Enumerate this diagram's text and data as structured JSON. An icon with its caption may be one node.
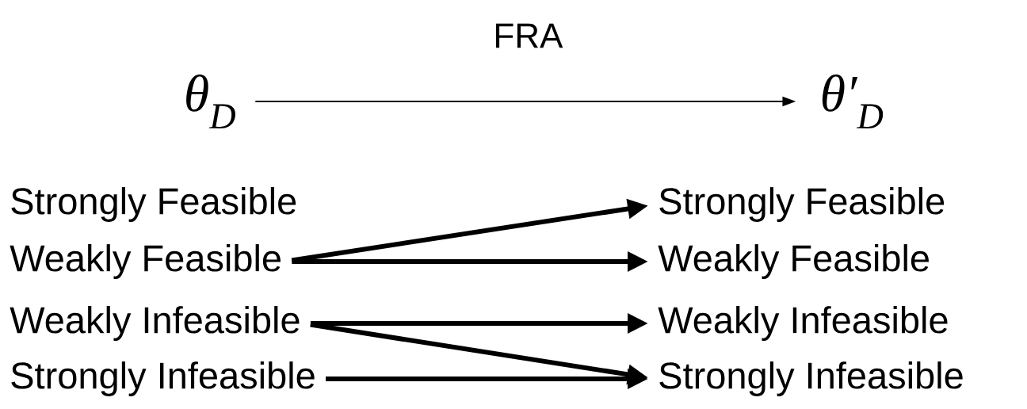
{
  "diagram": {
    "nodes": [
      {
        "text": [
          "θ$_{D}$"
        ]
      },
      {
        "text": [
          "θ′$_{D}$"
        ]
      },
      {
        "text": [
          "Strongly Feasible"
        ]
      },
      {
        "text": [
          "Weakly Feasible"
        ]
      },
      {
        "text": [
          "Weakly Infeasible"
        ]
      },
      {
        "text": [
          "Strongly Infeasible"
        ]
      },
      {
        "text": [
          "Strongly Feasible"
        ]
      },
      {
        "text": [
          "Weakly Feasible"
        ]
      },
      {
        "text": [
          "Weakly Infeasible"
        ]
      },
      {
        "text": [
          "Strongly Infeasible"
        ]
      }
    ],
    "edges": [
      {
        "from": 0,
        "to": 1,
        "arrow": "to",
        "label": "FRA"
      },
      {
        "from": 3,
        "to": 6,
        "arrow": "to"
      },
      {
        "from": 3,
        "to": 7,
        "arrow": "to"
      },
      {
        "from": 4,
        "to": 8,
        "arrow": "to"
      },
      {
        "from": 4,
        "to": 9,
        "arrow": "to"
      },
      {
        "from": 5,
        "to": 9,
        "arrow": "to"
      }
    ]
  }
}
